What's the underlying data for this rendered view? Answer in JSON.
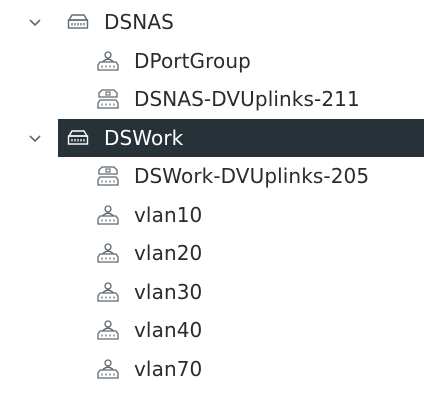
{
  "tree": {
    "groups": [
      {
        "label": "DSNAS",
        "expanded": true,
        "selected": false,
        "icon": "switch-icon",
        "children": [
          {
            "label": "DPortGroup",
            "icon": "portgroup-icon"
          },
          {
            "label": "DSNAS-DVUplinks-211",
            "icon": "uplinks-icon"
          }
        ]
      },
      {
        "label": "DSWork",
        "expanded": true,
        "selected": true,
        "icon": "switch-icon",
        "children": [
          {
            "label": "DSWork-DVUplinks-205",
            "icon": "uplinks-icon"
          },
          {
            "label": "vlan10",
            "icon": "portgroup-icon"
          },
          {
            "label": "vlan20",
            "icon": "portgroup-icon"
          },
          {
            "label": "vlan30",
            "icon": "portgroup-icon"
          },
          {
            "label": "vlan40",
            "icon": "portgroup-icon"
          },
          {
            "label": "vlan70",
            "icon": "portgroup-icon"
          }
        ]
      }
    ]
  },
  "colors": {
    "selection_bg": "#263238",
    "icon_stroke": "#5f6b72",
    "text": "#2b2b2b"
  }
}
